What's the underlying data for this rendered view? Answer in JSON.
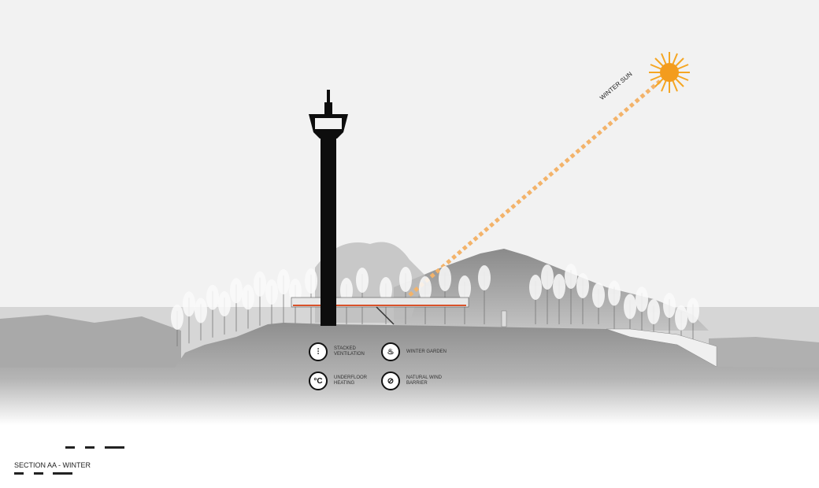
{
  "title": "SECTION AA - WINTER",
  "sun_label": "WINTER SUN",
  "legend": [
    {
      "icon": "stacked-ventilation-icon",
      "glyph": "⫶",
      "label": "STACKED VENTILATION"
    },
    {
      "icon": "winter-garden-icon",
      "glyph": "♨",
      "label": "WINTER GARDEN"
    },
    {
      "icon": "underfloor-heating-icon",
      "glyph": "°C",
      "label": "UNDERFLOOR HEATING"
    },
    {
      "icon": "natural-wind-barrier-icon",
      "glyph": "⊘",
      "label": "NATURAL WIND BARRIER"
    }
  ],
  "colors": {
    "sky": "#f2f2f2",
    "ground": "#9a9a9a",
    "sun": "#f5a623",
    "ray": "#f3b36a",
    "tower": "#0d0d0d"
  }
}
